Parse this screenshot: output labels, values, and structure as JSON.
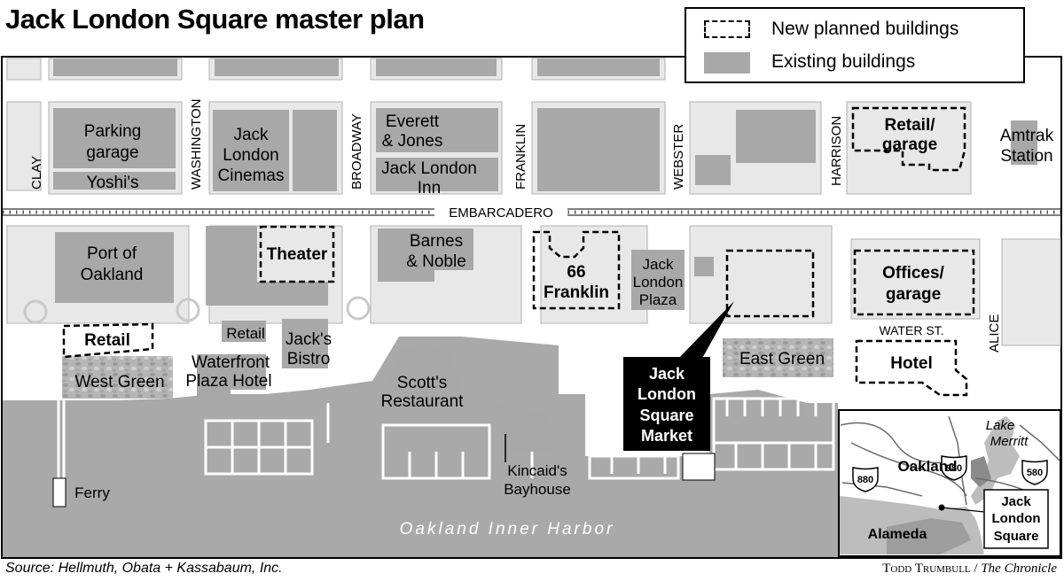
{
  "title": "Jack London Square master plan",
  "legend": {
    "new_label": "New planned buildings",
    "existing_label": "Existing buildings"
  },
  "streets": {
    "clay": "CLAY",
    "washington": "WASHINGTON",
    "broadway": "BROADWAY",
    "franklin": "FRANKLIN",
    "webster": "WEBSTER",
    "harrison": "HARRISON",
    "alice": "ALICE",
    "embarcadero": "EMBARCADERO",
    "water_st": "WATER ST."
  },
  "existing_labels": {
    "parking_garage": [
      "Parking",
      "garage"
    ],
    "yoshis": "Yoshi's",
    "cinemas": [
      "Jack",
      "London",
      "Cinemas"
    ],
    "everett_jones": [
      "Everett",
      "& Jones"
    ],
    "jack_london_inn": [
      "Jack London",
      "Inn"
    ],
    "amtrak": [
      "Amtrak",
      "Station"
    ],
    "port_of_oakland": [
      "Port of",
      "Oakland"
    ],
    "barnes_noble": [
      "Barnes",
      "& Noble"
    ],
    "jack_london_plaza": [
      "Jack",
      "London",
      "Plaza"
    ],
    "waterfront_plaza": [
      "Waterfront",
      "Plaza Hotel"
    ],
    "retail_small": "Retail",
    "jacks_bistro": [
      "Jack's",
      "Bistro"
    ],
    "scotts": [
      "Scott's",
      "Restaurant"
    ],
    "kincaids": [
      "Kincaid's",
      "Bayhouse"
    ],
    "west_green": "West Green",
    "east_green": "East Green",
    "ferry": "Ferry"
  },
  "new_labels": {
    "retail_garage": [
      "Retail/",
      "garage"
    ],
    "theater": "Theater",
    "franklin66": [
      "66",
      "Franklin"
    ],
    "offices_garage": [
      "Offices/",
      "garage"
    ],
    "retail": "Retail",
    "hotel": "Hotel"
  },
  "callout": [
    "Jack",
    "London",
    "Square",
    "Market"
  ],
  "water_label": "Oakland Inner Harbor",
  "inset": {
    "lake_merritt": [
      "Lake",
      "Merritt"
    ],
    "oakland": "Oakland",
    "alameda": "Alameda",
    "jls": [
      "Jack",
      "London",
      "Square"
    ],
    "shields": [
      "980",
      "880",
      "580"
    ]
  },
  "source": "Source: Hellmuth, Obata + Kassabaum, Inc.",
  "credit_name": "Todd Trumbull",
  "credit_sep": " / ",
  "credit_paper": "The Chronicle"
}
